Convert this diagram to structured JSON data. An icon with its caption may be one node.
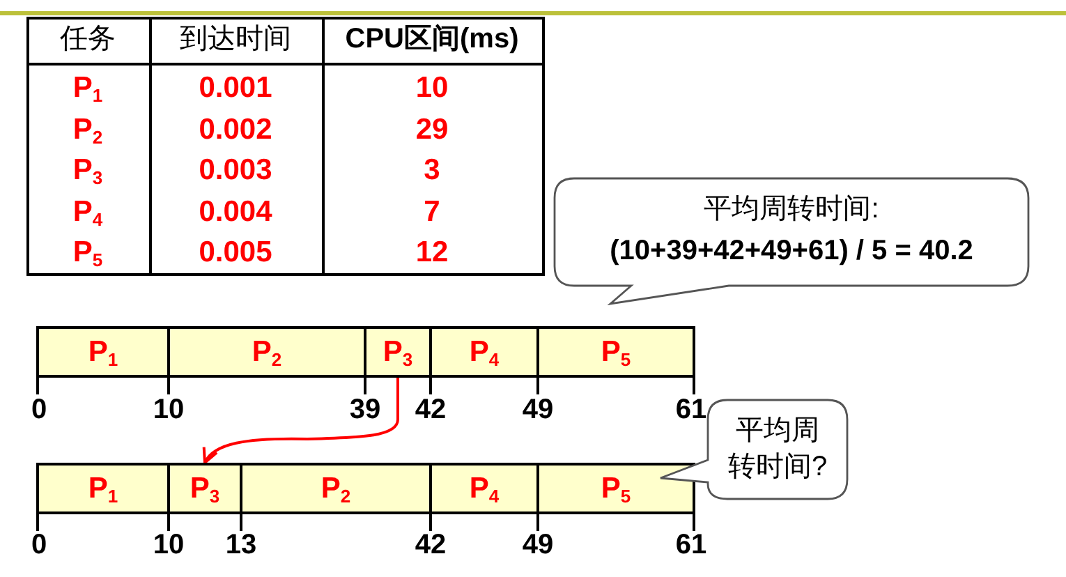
{
  "diagram": {
    "nodes": [
      {
        "text": [
          "平均周转时间:",
          "(10+39+42+49+61) / 5 = 40.2"
        ]
      },
      {
        "text": [
          "P$_{1}$"
        ]
      },
      {
        "text": [
          "P$_{2}$"
        ]
      },
      {
        "text": [
          "P$_{3}$"
        ]
      },
      {
        "text": [
          "P$_{4}$"
        ]
      },
      {
        "text": [
          "P$_{5}$"
        ]
      },
      {
        "text": [
          "平均周转时间?"
        ]
      },
      {
        "text": [
          "P$_{1}$"
        ]
      },
      {
        "text": [
          "P$_{3}$"
        ]
      },
      {
        "text": [
          "P$_{2}$"
        ]
      },
      {
        "text": [
          "P$_{4}$"
        ]
      },
      {
        "text": [
          "P$_{5}$"
        ]
      }
    ],
    "edges": [
      {
        "from": 3,
        "to": 8,
        "arrow": "to",
        "color": "#ff0000"
      }
    ],
    "labels": [
      "任务",
      "到达时间",
      "CPU区间(ms)",
      "P$_{1}$",
      "0.001",
      "10",
      "P$_{2}$",
      "0.002",
      "29",
      "P$_{3}$",
      "0.003",
      "3",
      "P$_{4}$",
      "0.004",
      "7",
      "P$_{5}$",
      "0.005",
      "12",
      "0",
      "10",
      "39",
      "42",
      "49",
      "61",
      "0",
      "10",
      "13",
      "42",
      "49",
      "61"
    ]
  }
}
